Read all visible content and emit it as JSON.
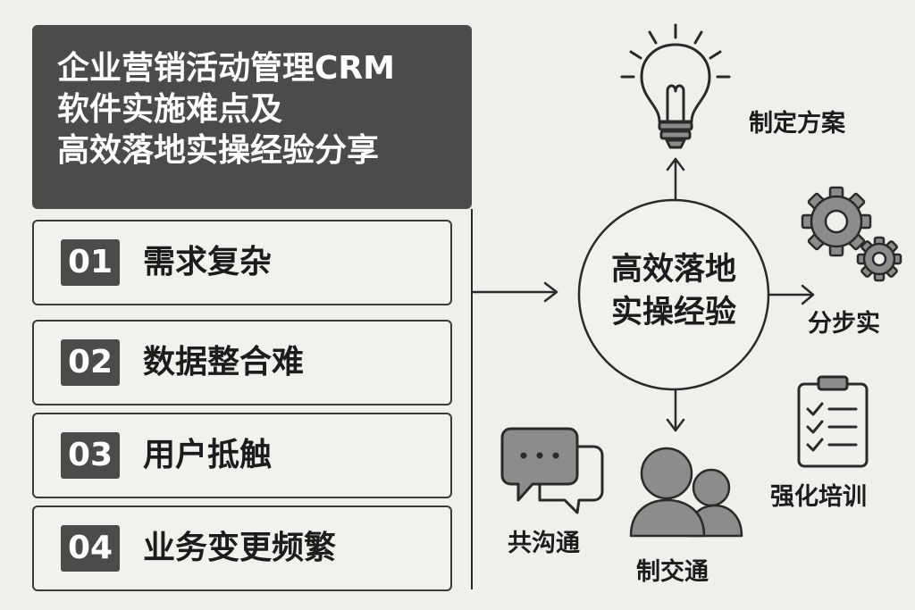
{
  "title": {
    "lines": [
      "企业营销活动管理CRM",
      "软件实施难点及",
      "高效落地实操经验分享"
    ]
  },
  "challenges": [
    {
      "num": "01",
      "label": "需求复杂"
    },
    {
      "num": "02",
      "label": "数据整合难"
    },
    {
      "num": "03",
      "label": "用户抵触"
    },
    {
      "num": "04",
      "label": "业务变更频繁"
    }
  ],
  "hub": {
    "lines": [
      "高效落地",
      "实操经验"
    ]
  },
  "nodes": {
    "plan": "制定方案",
    "step": "分步实",
    "training": "强化培训",
    "comm": "共沟通",
    "system": "制交通"
  },
  "icons": [
    "lightbulb-icon",
    "gears-icon",
    "clipboard-icon",
    "chat-bubbles-icon",
    "people-icon"
  ],
  "colors": {
    "background": "#f1efec",
    "dark": "#4b4b4b",
    "icon_fill": "#8c8c8c"
  }
}
